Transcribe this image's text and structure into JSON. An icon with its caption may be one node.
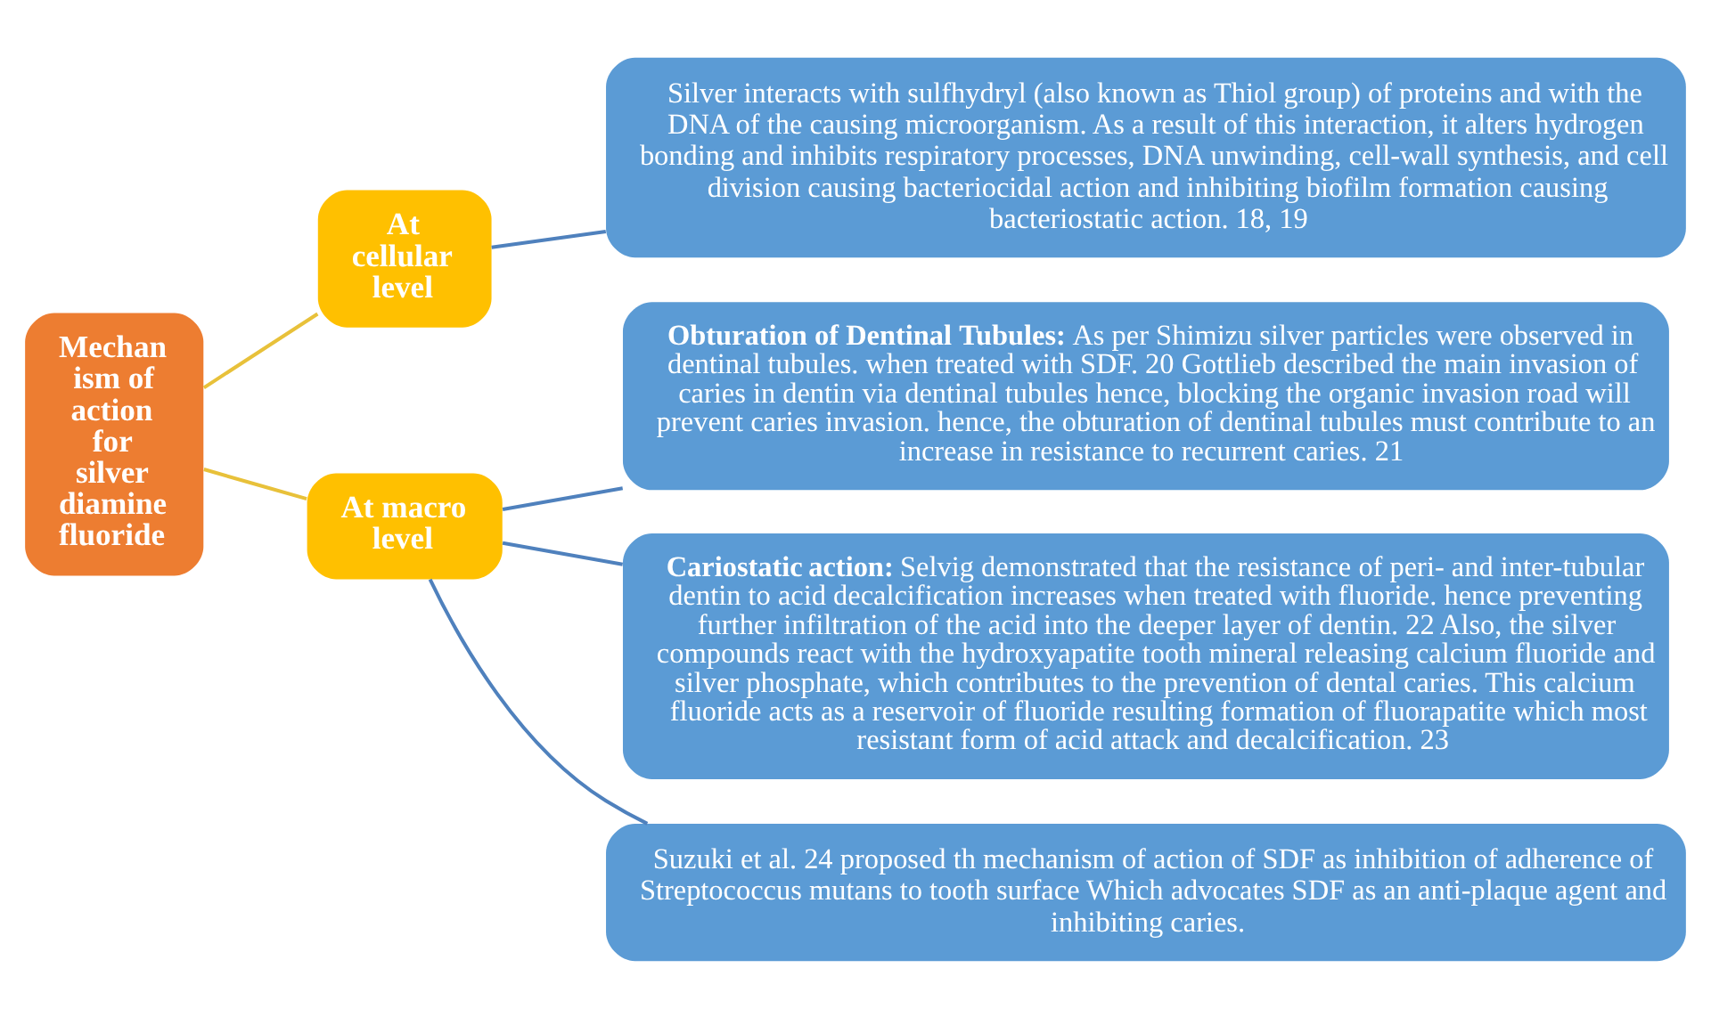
{
  "diagram": {
    "nodes": [
      {
        "text": [
          "Mechan ism of action for silver diamine fluoride"
        ]
      },
      {
        "text": [
          "At cellular level"
        ]
      },
      {
        "text": [
          "Silver interacts with sulfhydryl (also known as Thiol group) of proteins and with the DNA of the causing microorganism. As a result of this interaction, it alters hydrogen bonding and inhibits respiratory processes, DNA unwinding, cell-wall synthesis, and cell division causing bacteriocidal action and inhibiting biofilm formation causing bacteriostatic action. 18, 19"
        ]
      },
      {
        "text": [
          "At macro level"
        ]
      },
      {
        "text": [
          "**Obturation of Dentinal Tubules:** As per Shimizu silver particles were observed in dentinal tubules. when treated with SDF. 20 Gottlieb described the main invasion of caries in dentin via dentinal tubules hence, blocking the organic invasion road will prevent caries invasion. hence, the obturation of dentinal tubules must contribute to an increase in resistance to recurrent caries. 21"
        ]
      },
      {
        "text": [
          "**Cariostatic action:** Selvig demonstrated that the resistance of peri- and inter-tubular dentin to acid decalcification increases when treated with fluoride. hence preventing further infiltration of the acid into the deeper layer of dentin. 22 Also, the silver compounds react with the hydroxyapatite tooth mineral releasing calcium fluoride and silver phosphate, which contributes to the prevention of dental caries. This calcium fluoride acts as a reservoir of fluoride resulting formation of fluorapatite which most resistant form of acid attack and decalcification. 23"
        ]
      },
      {
        "text": [
          "Suzuki et al. 24 proposed th mechanism of action of SDF as inhibition of adherence of Streptococcus mutans to tooth surface Which advocates SDF as an anti-plaque agent and inhibiting caries."
        ]
      }
    ],
    "edges": [
      {
        "from": 0,
        "to": 1,
        "arrow": "none",
        "color": "#e8c13a"
      },
      {
        "from": 0,
        "to": 3,
        "arrow": "none",
        "color": "#e8c13a"
      },
      {
        "from": 1,
        "to": 2,
        "arrow": "none"
      },
      {
        "from": 3,
        "to": 4,
        "arrow": "none"
      },
      {
        "from": 3,
        "to": 5,
        "arrow": "none"
      },
      {
        "from": 3,
        "to": 6,
        "arrow": "none"
      }
    ]
  }
}
